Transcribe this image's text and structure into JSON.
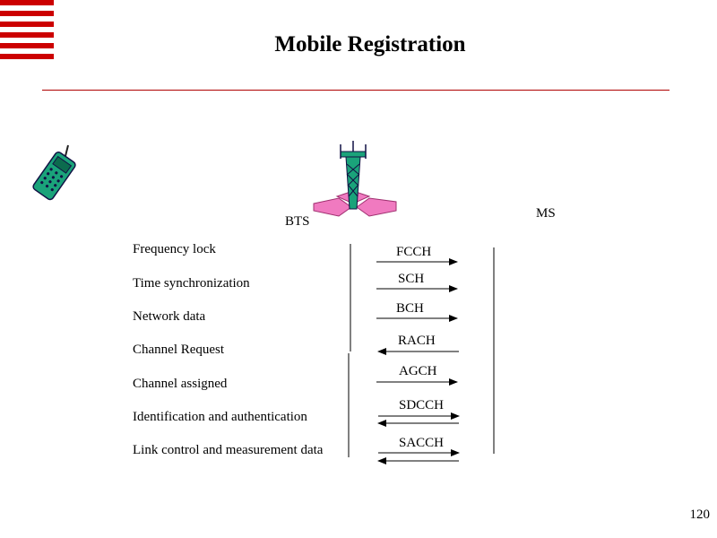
{
  "title": "Mobile Registration",
  "labels": {
    "bts": "BTS",
    "ms": "MS"
  },
  "steps": [
    {
      "text": "Frequency lock",
      "channel": "FCCH",
      "direction": "to-ms"
    },
    {
      "text": "Time synchronization",
      "channel": "SCH",
      "direction": "to-ms"
    },
    {
      "text": "Network data",
      "channel": "BCH",
      "direction": "to-ms"
    },
    {
      "text": "Channel Request",
      "channel": "RACH",
      "direction": "to-bts"
    },
    {
      "text": "Channel assigned",
      "channel": "AGCH",
      "direction": "to-ms"
    },
    {
      "text": "Identification and authentication",
      "channel": "SDCCH",
      "direction": "both"
    },
    {
      "text": "Link control and measurement data",
      "channel": "SACCH",
      "direction": "both"
    }
  ],
  "page_number": "120",
  "colors": {
    "accent": "#cc0000",
    "phone": "#1aa37a",
    "petals": "#f07ac0"
  },
  "icons": [
    "mobile-phone-icon",
    "bts-tower-icon"
  ]
}
